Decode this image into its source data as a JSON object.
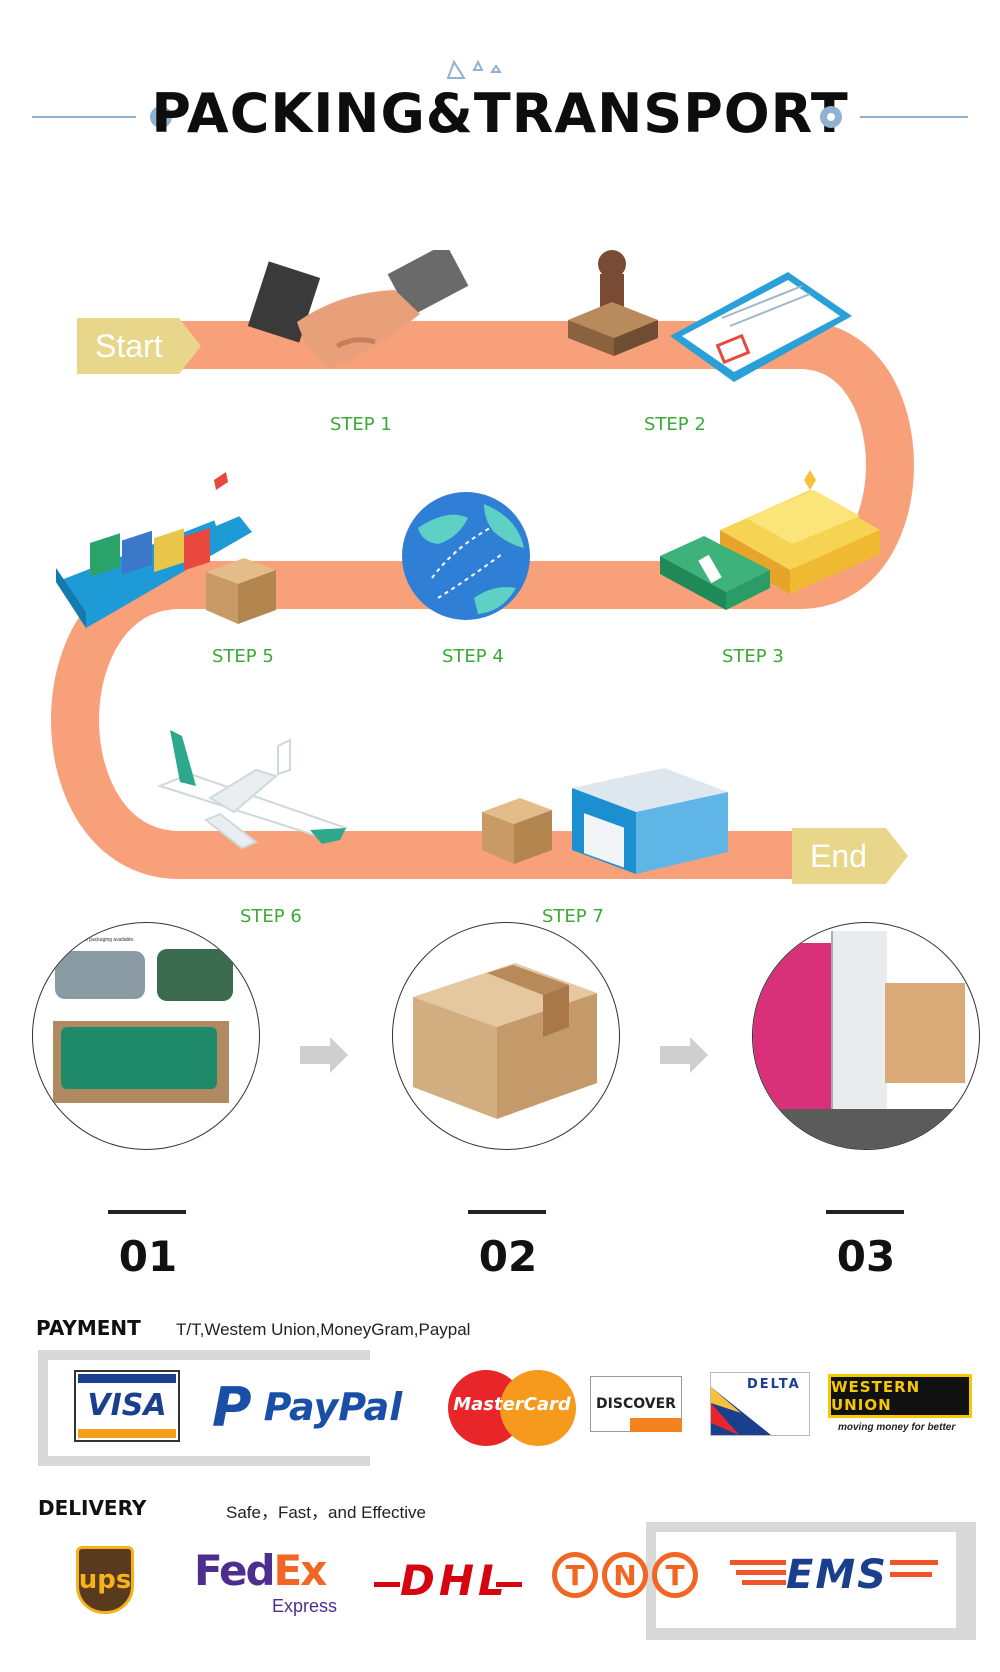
{
  "header": {
    "title": "PACKING&TRANSPORT"
  },
  "process": {
    "start_label": "Start",
    "end_label": "End",
    "steps": [
      "STEP 1",
      "STEP 2",
      "STEP 3",
      "STEP 4",
      "STEP 5",
      "STEP 6",
      "STEP 7"
    ]
  },
  "packing": {
    "numbers": [
      "01",
      "02",
      "03"
    ],
    "photo1_caption": "custom shoes packaging available."
  },
  "payment": {
    "heading": "PAYMENT",
    "methods": "T/T,Westem Union,MoneyGram,Paypal",
    "logos": {
      "visa": "VISA",
      "paypal_p": "P",
      "paypal": "PayPal",
      "mastercard": "MasterCard",
      "discover": "DISCOVER",
      "delta": "DELTA",
      "western_union": "WESTERN UNION",
      "western_union_tag": "moving money for better"
    }
  },
  "delivery": {
    "heading": "DELIVERY",
    "tagline": "Safe，Fast，and Effective",
    "logos": {
      "ups": "ups",
      "fedex_fed": "Fed",
      "fedex_ex": "Ex",
      "fedex_sub": "Express",
      "dhl": "DHL",
      "tnt": [
        "T",
        "N",
        "T"
      ],
      "ems": "EMS"
    }
  },
  "colors": {
    "road": "#f7a07a",
    "step_label": "#3aaa35",
    "flag": "#e8d68a",
    "title_line": "#8fb1d2"
  }
}
